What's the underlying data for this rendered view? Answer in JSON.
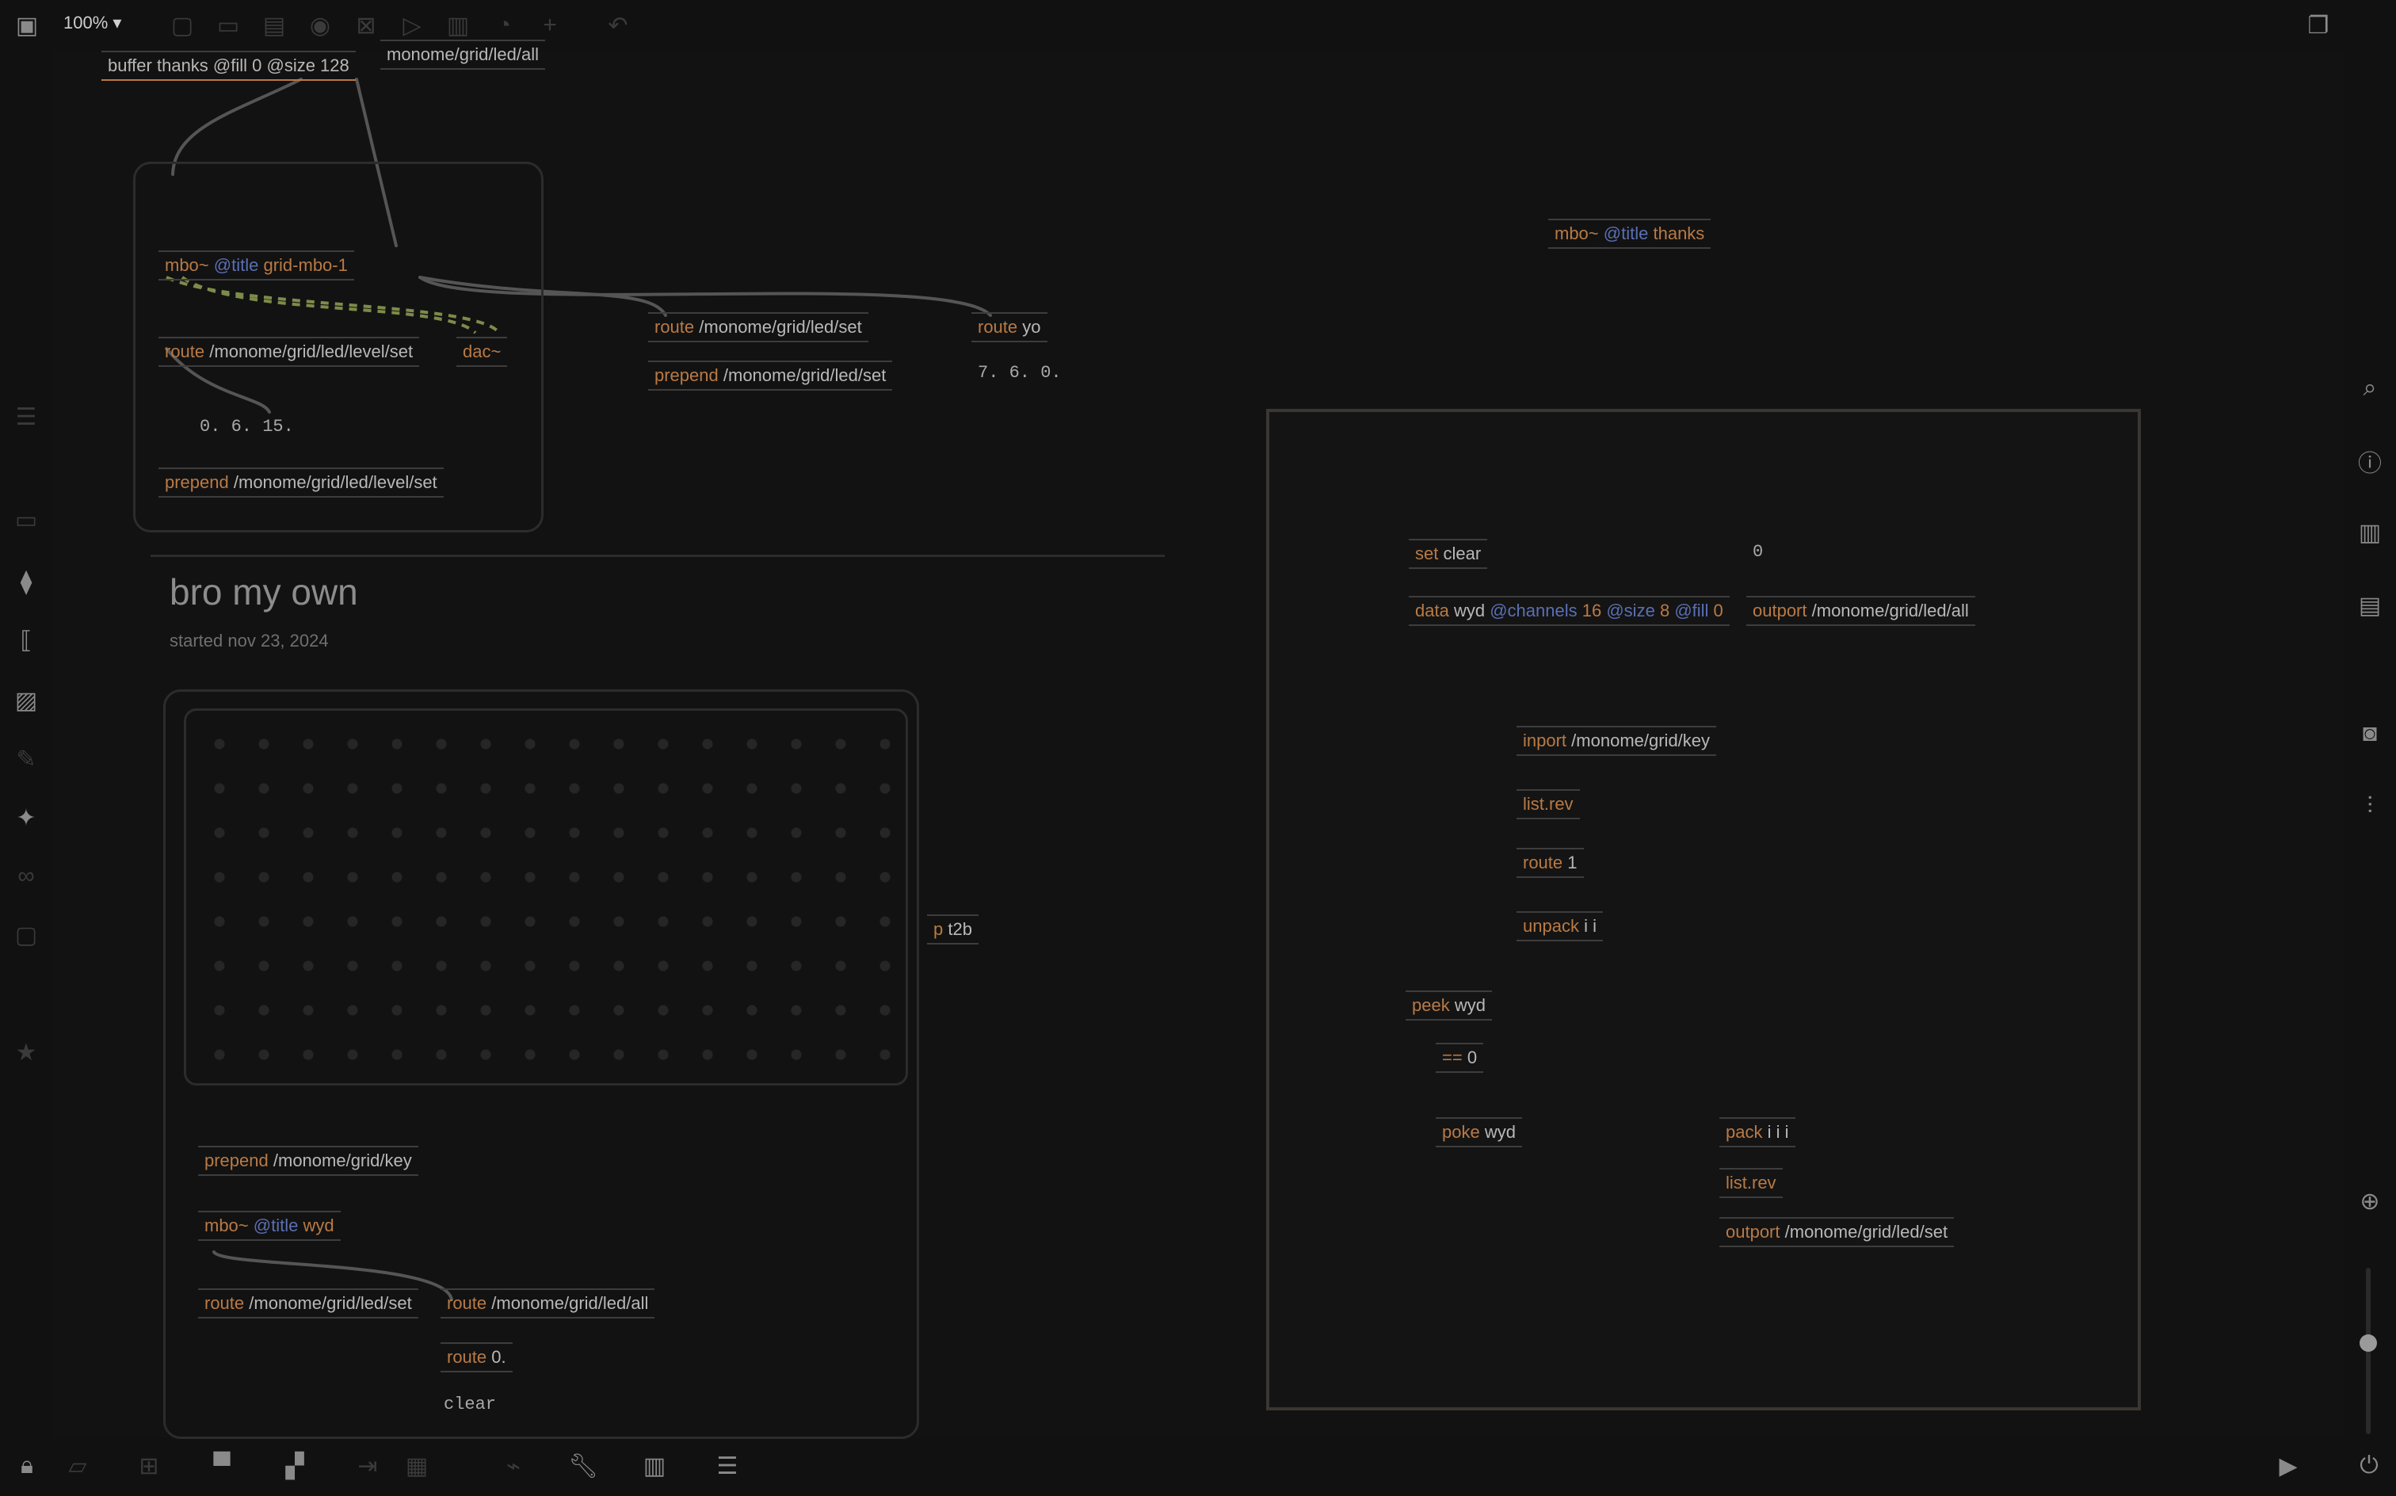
{
  "toolbar": {
    "zoom": "100%",
    "zoom_caret": "▾"
  },
  "canvas": {
    "top_objects": {
      "buffer": {
        "head": "buffer",
        "args": "thanks @fill 0 @size 128"
      },
      "label_top": "monome/grid/led/all",
      "mbo_grid": {
        "head": "mbo~",
        "attr": "@title",
        "args": "grid-mbo-1"
      },
      "route_level": {
        "head": "route",
        "args": "/monome/grid/led/level/set"
      },
      "dac": {
        "head": "dac~"
      },
      "route_set": {
        "head": "route",
        "args": "/monome/grid/led/set"
      },
      "route_yo": {
        "head": "route",
        "args": "yo"
      },
      "prepend_set": {
        "head": "prepend",
        "args": "/monome/grid/led/set"
      },
      "msg_706": "7. 6. 0.",
      "msg_0615": "0. 6. 15.",
      "prepend_level": {
        "head": "prepend",
        "args": "/monome/grid/led/level/set"
      },
      "mbo_thanks": {
        "head": "mbo~",
        "attr": "@title",
        "args": "thanks"
      }
    },
    "section": {
      "title": "bro my own",
      "subtitle": "started nov 23, 2024"
    },
    "lower_objects": {
      "p_t2b": {
        "head": "p",
        "args": "t2b"
      },
      "prepend_key": {
        "head": "prepend",
        "args": "/monome/grid/key"
      },
      "mbo_wyd": {
        "head": "mbo~",
        "attr": "@title",
        "args": "wyd"
      },
      "route_led_set": {
        "head": "route",
        "args": "/monome/grid/led/set"
      },
      "route_led_all": {
        "head": "route",
        "args": "/monome/grid/led/all"
      },
      "route_0": {
        "head": "route",
        "args": "0."
      },
      "clear_msg": "clear"
    },
    "panel_objects": {
      "set_clear": {
        "head": "set",
        "args": "clear"
      },
      "zero_msg": "0",
      "data_wyd": {
        "head": "data",
        "args1": "wyd",
        "attr1": "@channels",
        "v1": "16",
        "attr2": "@size",
        "v2": "8",
        "attr3": "@fill",
        "v3": "0"
      },
      "outport_all": {
        "head": "outport",
        "args": "/monome/grid/led/all"
      },
      "inport_key": {
        "head": "inport",
        "args": "/monome/grid/key"
      },
      "listrev1": {
        "head": "list.rev"
      },
      "route_1": {
        "head": "route",
        "args": "1"
      },
      "unpack": {
        "head": "unpack",
        "args": "i i"
      },
      "peek_wyd": {
        "head": "peek",
        "args": "wyd"
      },
      "eq_0": {
        "head": "==",
        "args": "0"
      },
      "poke_wyd": {
        "head": "poke",
        "args": "wyd"
      },
      "pack": {
        "head": "pack",
        "args": "i i i"
      },
      "listrev2": {
        "head": "list.rev"
      },
      "outport_set": {
        "head": "outport",
        "args": "/monome/grid/led/set"
      }
    }
  },
  "icons": {
    "top_left": "sidebar-toggle-icon",
    "top_right": "windows-icon",
    "right": [
      "search-icon",
      "info-icon",
      "book-icon",
      "inspector-icon",
      "camera-icon",
      "mixer-icon",
      "add-icon"
    ],
    "left": [
      "list-icon",
      "frame-icon",
      "plugin-icon",
      "bracket-icon",
      "image-icon",
      "clip-icon",
      "puzzle-icon",
      "loop-icon",
      "box-icon",
      "star-icon"
    ],
    "bottom_left": [
      "lock-icon",
      "presentation-icon",
      "grid-icon",
      "comment-icon",
      "chat-icon",
      "deploy-icon",
      "table-icon",
      "debug-icon",
      "wrench-icon",
      "mixer-bars-icon",
      "menu-list-icon"
    ],
    "bottom_right": [
      "play-icon",
      "power-icon"
    ]
  },
  "volume_slider": {
    "level": 0.55
  }
}
